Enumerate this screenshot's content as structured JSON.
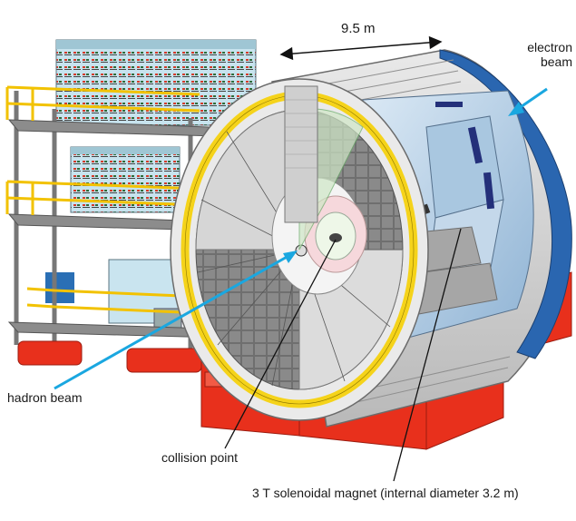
{
  "labels": {
    "dimension": "9.5 m",
    "electron_beam_line1": "electron",
    "electron_beam_line2": "beam",
    "hadron_beam": "hadron beam",
    "collision_point": "collision point",
    "magnet": "3 T solenoidal magnet (internal diameter 3.2 m)"
  },
  "colors": {
    "support_frame": "#f2c200",
    "detector_base": "#e8301c",
    "beam_arrow": "#1aa7e0",
    "outer_shell": "#2a66b0",
    "calorimeter": "#7a7a7a",
    "rack": "#bfe0ec",
    "yellow_ring": "#f5d31a"
  }
}
